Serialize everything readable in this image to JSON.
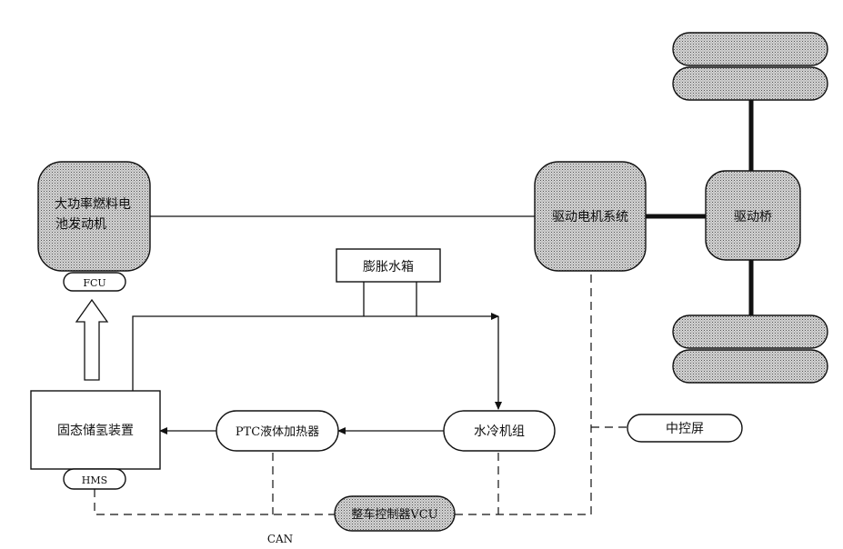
{
  "labels": {
    "fuel_cell_engine_line1": "大功率燃料电",
    "fuel_cell_engine_line2": "池发动机",
    "fcu": "FCU",
    "expansion_tank": "膨胀水箱",
    "drive_motor_system": "驱动电机系统",
    "drive_axle": "驱动桥",
    "hydrogen_storage": "固态储氢装置",
    "hms": "HMS",
    "ptc_heater": "PTC液体加热器",
    "water_chiller": "水冷机组",
    "central_screen": "中控屏",
    "vcu": "整车控制器VCU",
    "can": "CAN"
  },
  "fill_pattern": "dotted-gray",
  "line_color": "#111111"
}
